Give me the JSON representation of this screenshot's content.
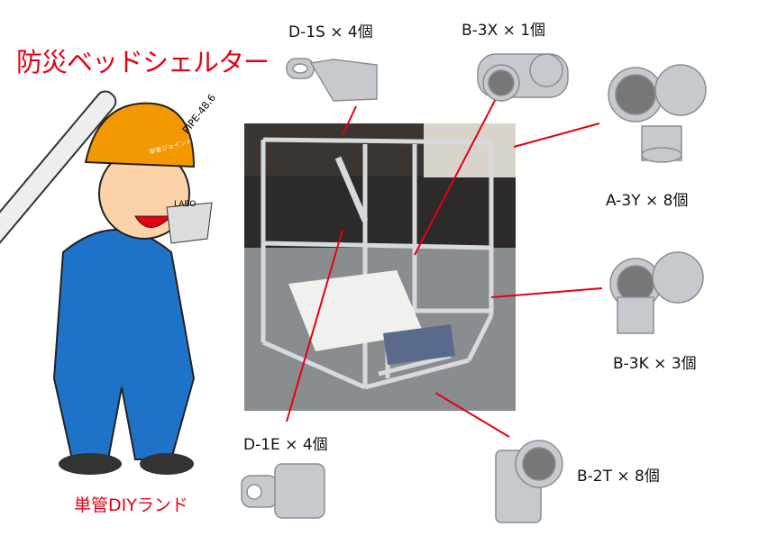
{
  "title": "防災ベッドシェルター",
  "brand": "単管DIYランド",
  "character": {
    "pipe_text": "PIPE-48.6",
    "cup_text": "LABO",
    "helmet_text": "単管ジョイント"
  },
  "parts": [
    {
      "id": "d1s",
      "label": "D-1S × 4個"
    },
    {
      "id": "b3x",
      "label": "B-3X × 1個"
    },
    {
      "id": "a3y",
      "label": "A-3Y × 8個"
    },
    {
      "id": "b3k",
      "label": "B-3K × 3個"
    },
    {
      "id": "d1e",
      "label": "D-1E × 4個"
    },
    {
      "id": "b2t",
      "label": "B-2T × 8個"
    }
  ],
  "colors": {
    "accent": "#e60012",
    "pipe": "#c0c4c8",
    "helmet": "#f39800",
    "suit": "#1e73c8"
  }
}
